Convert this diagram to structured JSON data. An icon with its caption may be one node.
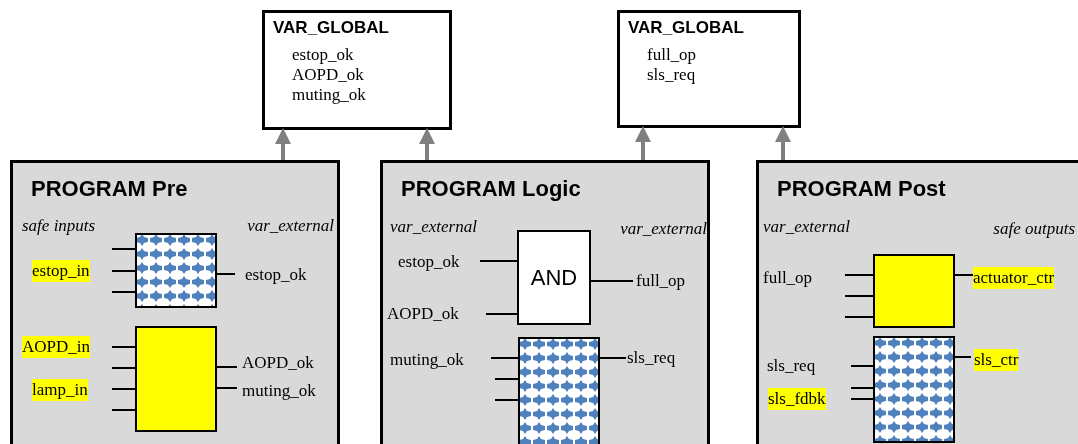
{
  "diagram": {
    "nodes": [
      {
        "text": [
          "VAR_GLOBAL",
          "estop_ok",
          "AOPD_ok",
          "muting_ok"
        ]
      },
      {
        "text": [
          "VAR_GLOBAL",
          "full_op",
          "sls_req"
        ]
      },
      {
        "text": [
          "PROGRAM Pre"
        ]
      },
      {
        "text": [],
        "shape": "box",
        "in": 2,
        "beside": [
          "estop_in",
          "estop_ok"
        ]
      },
      {
        "text": [],
        "shape": "box",
        "in": 2,
        "beside": [
          "AOPD_in",
          "AOPD_ok",
          "lamp_in",
          "muting_ok"
        ]
      },
      {
        "text": [
          "PROGRAM Logic"
        ]
      },
      {
        "text": [
          "AND"
        ],
        "in": 5,
        "beside": [
          "estop_ok",
          "full_op",
          "AOPD_ok"
        ]
      },
      {
        "text": [],
        "shape": "box",
        "in": 5,
        "beside": [
          "muting_ok",
          "sls_req"
        ]
      },
      {
        "text": [
          "PROGRAM Post"
        ]
      },
      {
        "text": [],
        "shape": "box",
        "in": 8,
        "beside": [
          "full_op",
          "actuator_ctr"
        ]
      },
      {
        "text": [],
        "shape": "box",
        "in": 8,
        "beside": [
          "sls_req",
          "sls_ctr",
          "sls_fdbk"
        ]
      }
    ],
    "edges": [
      {
        "from": 2,
        "to": 0,
        "arrow": "to"
      },
      {
        "from": 5,
        "to": 0,
        "arrow": "to"
      },
      {
        "from": 5,
        "to": 1,
        "arrow": "to"
      },
      {
        "from": 8,
        "to": 1,
        "arrow": "to"
      }
    ],
    "labels": [
      "safe inputs",
      "var_external",
      "var_external",
      "var_external",
      "var_external",
      "safe outputs"
    ]
  }
}
